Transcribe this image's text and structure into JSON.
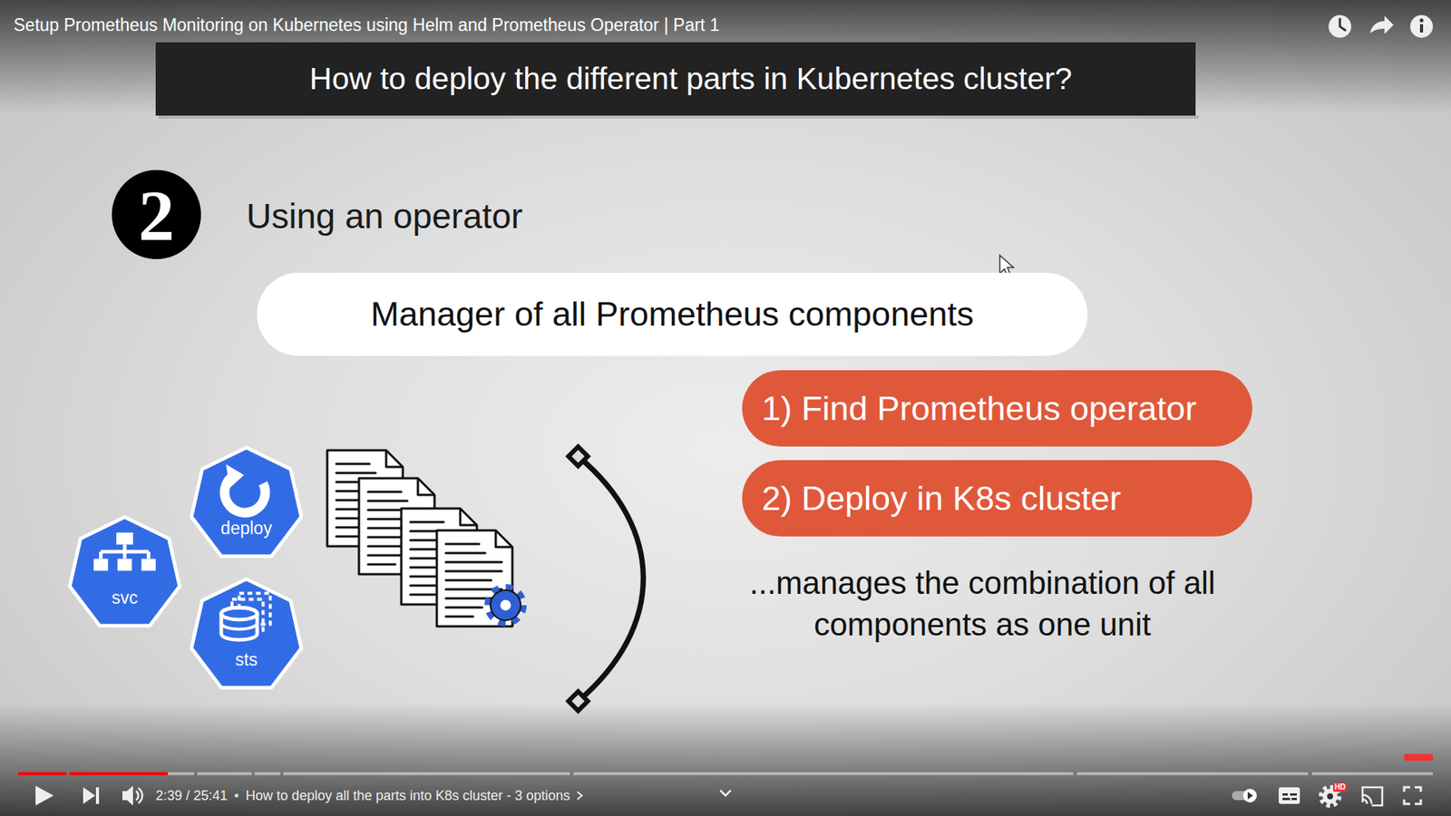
{
  "diagram": {
    "title": "How to deploy the different parts in Kubernetes cluster?",
    "nodes": [
      {
        "text": [
          "2"
        ]
      },
      {
        "text": [
          "Manager of all Prometheus components"
        ]
      },
      {
        "text": [
          "deploy"
        ]
      },
      {
        "text": [
          "svc"
        ]
      },
      {
        "text": [
          "sts"
        ]
      },
      {
        "text": [
          "1) Find Prometheus operator"
        ]
      },
      {
        "text": [
          "2) Deploy in K8s cluster"
        ]
      }
    ],
    "labels": [
      "Setup Prometheus Monitoring on Kubernetes using Helm and Prometheus Operator | Part 1",
      "Using an operator",
      "...manages the combination of all components as one unit",
      "2:39 / 25:41",
      "How to deploy all the parts into K8s cluster - 3 options",
      "HD"
    ]
  }
}
